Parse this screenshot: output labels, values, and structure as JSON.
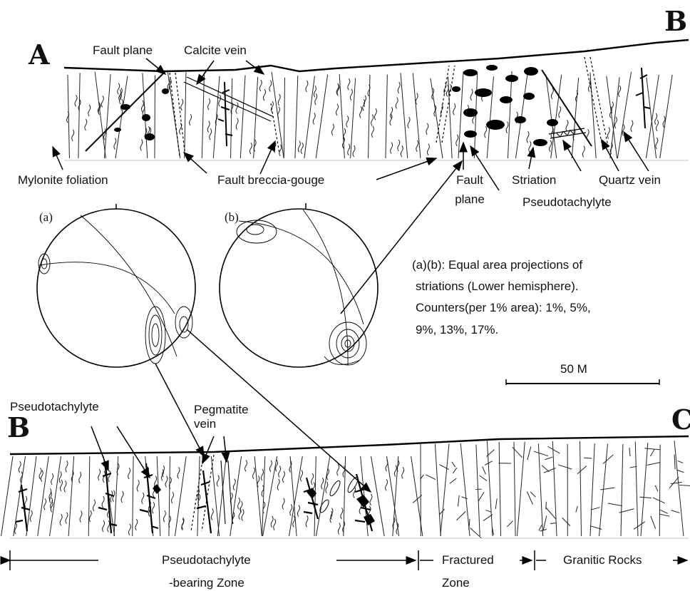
{
  "section_labels": {
    "a": "A",
    "b_top": "B",
    "b_bottom": "B",
    "c": "C"
  },
  "top_labels": {
    "fault_plane": "Fault plane",
    "calcite_vein": "Calcite vein",
    "mylonite_foliation": "Mylonite foliation",
    "fault_breccia_gouge": "Fault breccia-gouge",
    "fault_plane_2_line1": "Fault",
    "fault_plane_2_line2": "plane",
    "striation": "Striation",
    "quartz_vein": "Quartz vein",
    "pseudotachylyte": "Pseudotachylyte"
  },
  "projections": {
    "a_label": "(a)",
    "b_label": "(b)"
  },
  "caption": {
    "line1": "(a)(b): Equal area projections of",
    "line2": "striations (Lower hemisphere).",
    "line3": "Counters(per 1% area): 1%, 5%,",
    "line4": "9%, 13%, 17%."
  },
  "scale_bar": {
    "label": "50 M"
  },
  "bottom_labels": {
    "pseudotachylyte": "Pseudotachylyte",
    "pegmatite_line1": "Pegmatite",
    "pegmatite_line2": "vein"
  },
  "zones": {
    "pseudo_line1": "Pseudotachylyte",
    "pseudo_line2": "-bearing Zone",
    "fractured_line1": "Fractured",
    "fractured_line2": "Zone",
    "granitic": "Granitic Rocks"
  }
}
